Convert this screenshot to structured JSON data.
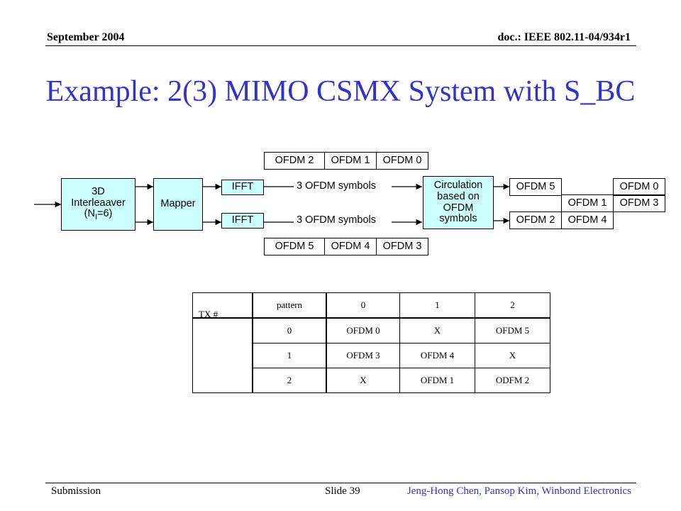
{
  "header": {
    "left": "September 2004",
    "right": "doc.: IEEE 802.11-04/934r1"
  },
  "title": "Example: 2(3) MIMO CSMX System with S_BC",
  "diagram": {
    "interleaver": {
      "line1": "3D",
      "line2": "Interleaaver",
      "line3_pre": "(N",
      "line3_sub": "I",
      "line3_post": "=6)"
    },
    "mapper": "Mapper",
    "ifft": [
      "IFFT",
      "IFFT"
    ],
    "symbol_labels": [
      "3 OFDM symbols",
      "3 OFDM symbols"
    ],
    "circulation": {
      "line1": "Circulation",
      "line2": "based on",
      "line3": "OFDM",
      "line4": "symbols"
    },
    "top_group": [
      "OFDM 2",
      "OFDM 1",
      "OFDM 0"
    ],
    "bottom_group": [
      "OFDM 5",
      "OFDM 4",
      "OFDM 3"
    ],
    "out_row1": {
      "a": "OFDM 5",
      "b": "OFDM 0"
    },
    "out_row2": {
      "a": "OFDM 1",
      "b": "OFDM 3"
    },
    "out_row3": {
      "a": "OFDM 2",
      "b": "OFDM 4"
    }
  },
  "table": {
    "header": [
      "",
      "pattern",
      "0",
      "1",
      "2"
    ],
    "tx_label": "TX #",
    "rows": [
      {
        "tx": "0",
        "cells": [
          "OFDM 0",
          "X",
          "OFDM 5"
        ]
      },
      {
        "tx": "1",
        "cells": [
          "OFDM 3",
          "OFDM 4",
          "X"
        ]
      },
      {
        "tx": "2",
        "cells": [
          "X",
          "OFDM 1",
          "ODFM 2"
        ]
      }
    ]
  },
  "footer": {
    "left": "Submission",
    "middle": "Slide 39",
    "right": "Jeng-Hong Chen, Pansop Kim, Winbond Electronics"
  }
}
